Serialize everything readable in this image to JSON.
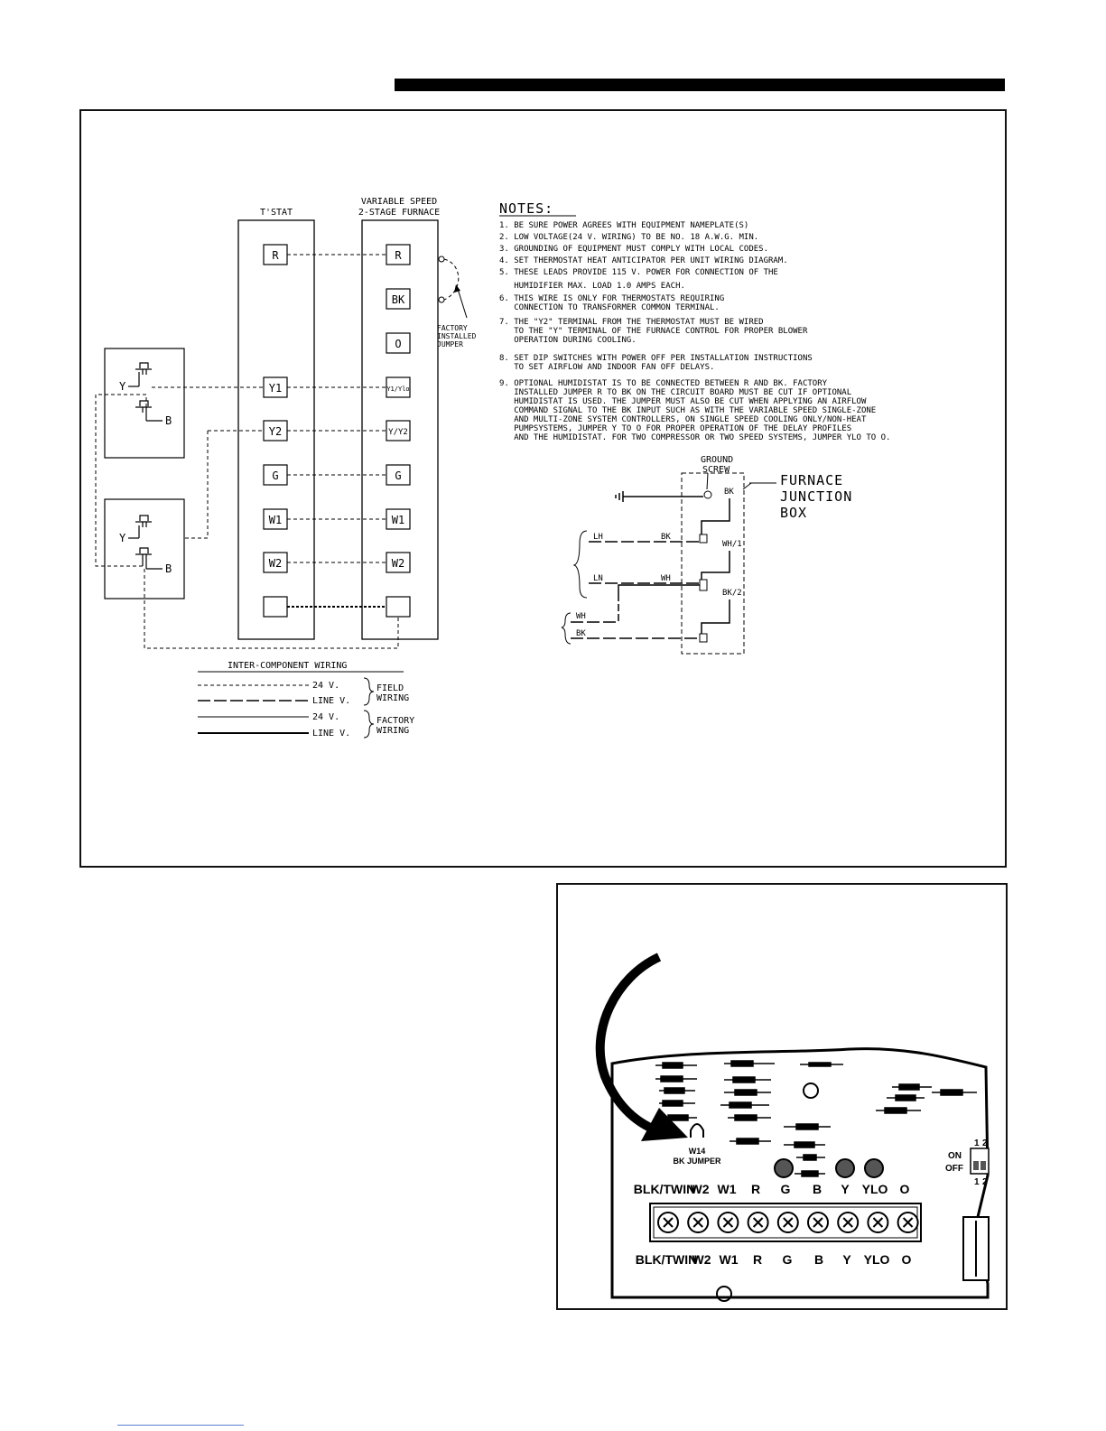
{
  "wiring_diagram": {
    "tstat_title": "T'STAT",
    "furnace_title_1": "VARIABLE SPEED",
    "furnace_title_2": "2-STAGE FURNACE",
    "tstat_terminals": [
      "R",
      "Y1",
      "Y2",
      "G",
      "W1",
      "W2"
    ],
    "furnace_terminals": [
      "R",
      "BK",
      "O",
      "Y1/Ylo",
      "Y/Y2",
      "G",
      "W1",
      "W2"
    ],
    "jumper_label_1": "FACTORY",
    "jumper_label_2": "INSTALLED",
    "jumper_label_3": "JUMPER",
    "outdoor_unit_labels": {
      "y": "Y",
      "b": "B"
    }
  },
  "notes": {
    "title": "NOTES:",
    "lines": [
      "1. BE SURE POWER AGREES WITH EQUIPMENT NAMEPLATE(S)",
      "2. LOW VOLTAGE(24 V. WIRING) TO BE NO. 18 A.W.G. MIN.",
      "3. GROUNDING OF EQUIPMENT MUST COMPLY WITH LOCAL CODES.",
      "4. SET THERMOSTAT HEAT ANTICIPATOR PER UNIT WIRING DIAGRAM.",
      "5. THESE LEADS PROVIDE 115 V. POWER FOR CONNECTION OF THE",
      "   HUMIDIFIER MAX. LOAD 1.0 AMPS EACH.",
      "6. THIS WIRE IS ONLY FOR THERMOSTATS REQUIRING",
      "   CONNECTION TO TRANSFORMER COMMON TERMINAL.",
      "7. THE \"Y2\" TERMINAL FROM THE THERMOSTAT MUST BE WIRED",
      "   TO THE \"Y\" TERMINAL OF THE FURNACE CONTROL FOR PROPER BLOWER",
      "   OPERATION DURING COOLING.",
      "8. SET DIP SWITCHES WITH POWER OFF PER INSTALLATION INSTRUCTIONS",
      "   TO SET AIRFLOW AND INDOOR FAN OFF DELAYS.",
      "9. OPTIONAL HUMIDISTAT IS TO BE CONNECTED BETWEEN R AND BK. FACTORY",
      "   INSTALLED JUMPER R TO BK ON THE CIRCUIT BOARD MUST BE CUT IF OPTIONAL",
      "   HUMIDISTAT IS USED. THE JUMPER MUST ALSO BE CUT WHEN APPLYING AN AIRFLOW",
      "   COMMAND SIGNAL TO THE BK INPUT SUCH AS WITH THE VARIABLE SPEED SINGLE-ZONE",
      "   AND MULTI-ZONE SYSTEM CONTROLLERS, ON SINGLE SPEED COOLING ONLY/NON-HEAT",
      "   PUMPSYSTEMS, JUMPER Y TO O FOR PROPER OPERATION OF THE DELAY PROFILES",
      "   AND THE HUMIDISTAT. FOR TWO COMPRESSOR OR TWO SPEED SYSTEMS, JUMPER YLO TO O."
    ]
  },
  "junction_box": {
    "ground_label_1": "GROUND",
    "ground_label_2": "SCREW",
    "title_1": "FURNACE",
    "title_2": "JUNCTION",
    "title_3": "BOX",
    "wire_labels": {
      "bk_top": "BK",
      "lh": "LH",
      "bk_lh": "BK",
      "wh1": "WH/1",
      "ln": "LN",
      "wh_ln": "WH",
      "bk2": "BK/2",
      "wh_lower": "WH",
      "bk_lower": "BK"
    }
  },
  "legend": {
    "title": "INTER-COMPONENT WIRING",
    "lv_24_a": "24 V.",
    "line_v_a": "LINE V.",
    "field": "FIELD",
    "wiring_a": "WIRING",
    "lv_24_b": "24 V.",
    "line_v_b": "LINE V.",
    "factory": "FACTORY",
    "wiring_b": "WIRING"
  },
  "control_board": {
    "jumper_label_1": "W14",
    "jumper_label_2": "BK JUMPER",
    "on_label": "ON",
    "off_label": "OFF",
    "switch_numbers_top": [
      "1",
      "2"
    ],
    "switch_numbers_bottom": [
      "1",
      "2"
    ],
    "terminal_labels_top": [
      "BLK/TWIN",
      "W2",
      "W1",
      "R",
      "G",
      "B",
      "Y",
      "YLO",
      "O"
    ],
    "terminal_labels_bottom": [
      "BLK/TWIN",
      "W2",
      "W1",
      "R",
      "G",
      "B",
      "Y",
      "YLO",
      "O"
    ]
  }
}
